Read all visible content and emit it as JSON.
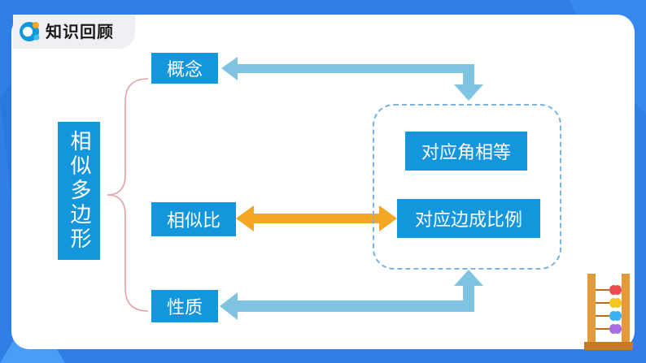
{
  "header": {
    "title": "知识回顾"
  },
  "diagram": {
    "root": "相似多边形",
    "branches": {
      "concept": "概念",
      "ratio": "相似比",
      "property": "性质"
    },
    "group": {
      "angles": "对应角相等",
      "sides": "对应边成比例"
    }
  },
  "colors": {
    "background": "#2f7fe6",
    "box": "#1496dc",
    "arrow_blue": "#7ec4e0",
    "arrow_orange": "#f5a623",
    "brace": "#e8a0a8"
  }
}
